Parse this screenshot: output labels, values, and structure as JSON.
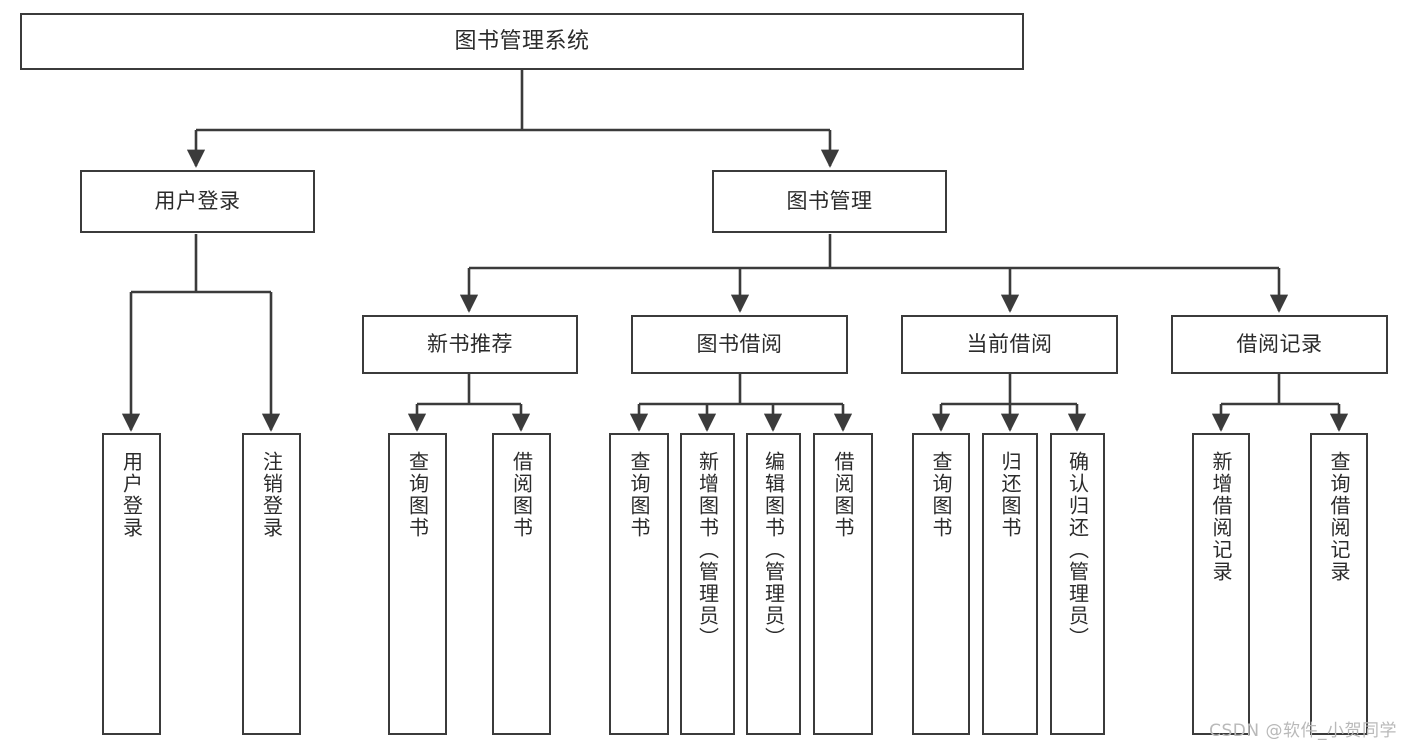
{
  "diagram": {
    "title": "图书管理系统",
    "type": "tree-hierarchy-chart",
    "watermark": "CSDN @软件_小贺同学",
    "colors": {
      "box_border": "#3b3b3b",
      "box_fill": "#ffffff",
      "connector": "#3b3b3b",
      "text": "#2b2b2b",
      "watermark": "#b9b9b9"
    },
    "nodes": {
      "root": {
        "label": "图书管理系统"
      },
      "level2": [
        {
          "label": "用户登录"
        },
        {
          "label": "图书管理"
        }
      ],
      "level3": [
        {
          "label": "新书推荐"
        },
        {
          "label": "图书借阅"
        },
        {
          "label": "当前借阅"
        },
        {
          "label": "借阅记录"
        }
      ],
      "leaves_user_login": [
        {
          "label": "用户登录"
        },
        {
          "label": "注销登录"
        }
      ],
      "leaves_new_book": [
        {
          "label": "查询图书"
        },
        {
          "label": "借阅图书"
        }
      ],
      "leaves_borrow": [
        {
          "label": "查询图书"
        },
        {
          "label": "新增图书（管理员）"
        },
        {
          "label": "编辑图书（管理员）"
        },
        {
          "label": "借阅图书"
        }
      ],
      "leaves_current": [
        {
          "label": "查询图书"
        },
        {
          "label": "归还图书"
        },
        {
          "label": "确认归还（管理员）"
        }
      ],
      "leaves_records": [
        {
          "label": "新增借阅记录"
        },
        {
          "label": "查询借阅记录"
        }
      ]
    }
  }
}
